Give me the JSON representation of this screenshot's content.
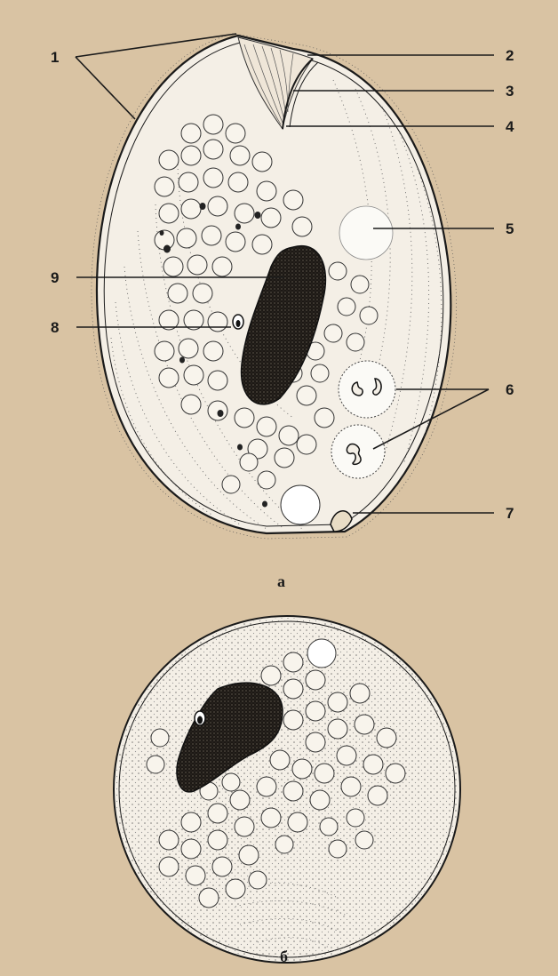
{
  "figure": {
    "panel_a_letter": "а",
    "panel_b_letter": "б",
    "callouts": [
      "1",
      "2",
      "3",
      "4",
      "5",
      "6",
      "7",
      "8",
      "9"
    ]
  },
  "colors": {
    "background": "#d9c3a3",
    "cell_fill": "#f4efe6",
    "ink": "#1a1a1a",
    "macronucleus": "#1c1814"
  }
}
